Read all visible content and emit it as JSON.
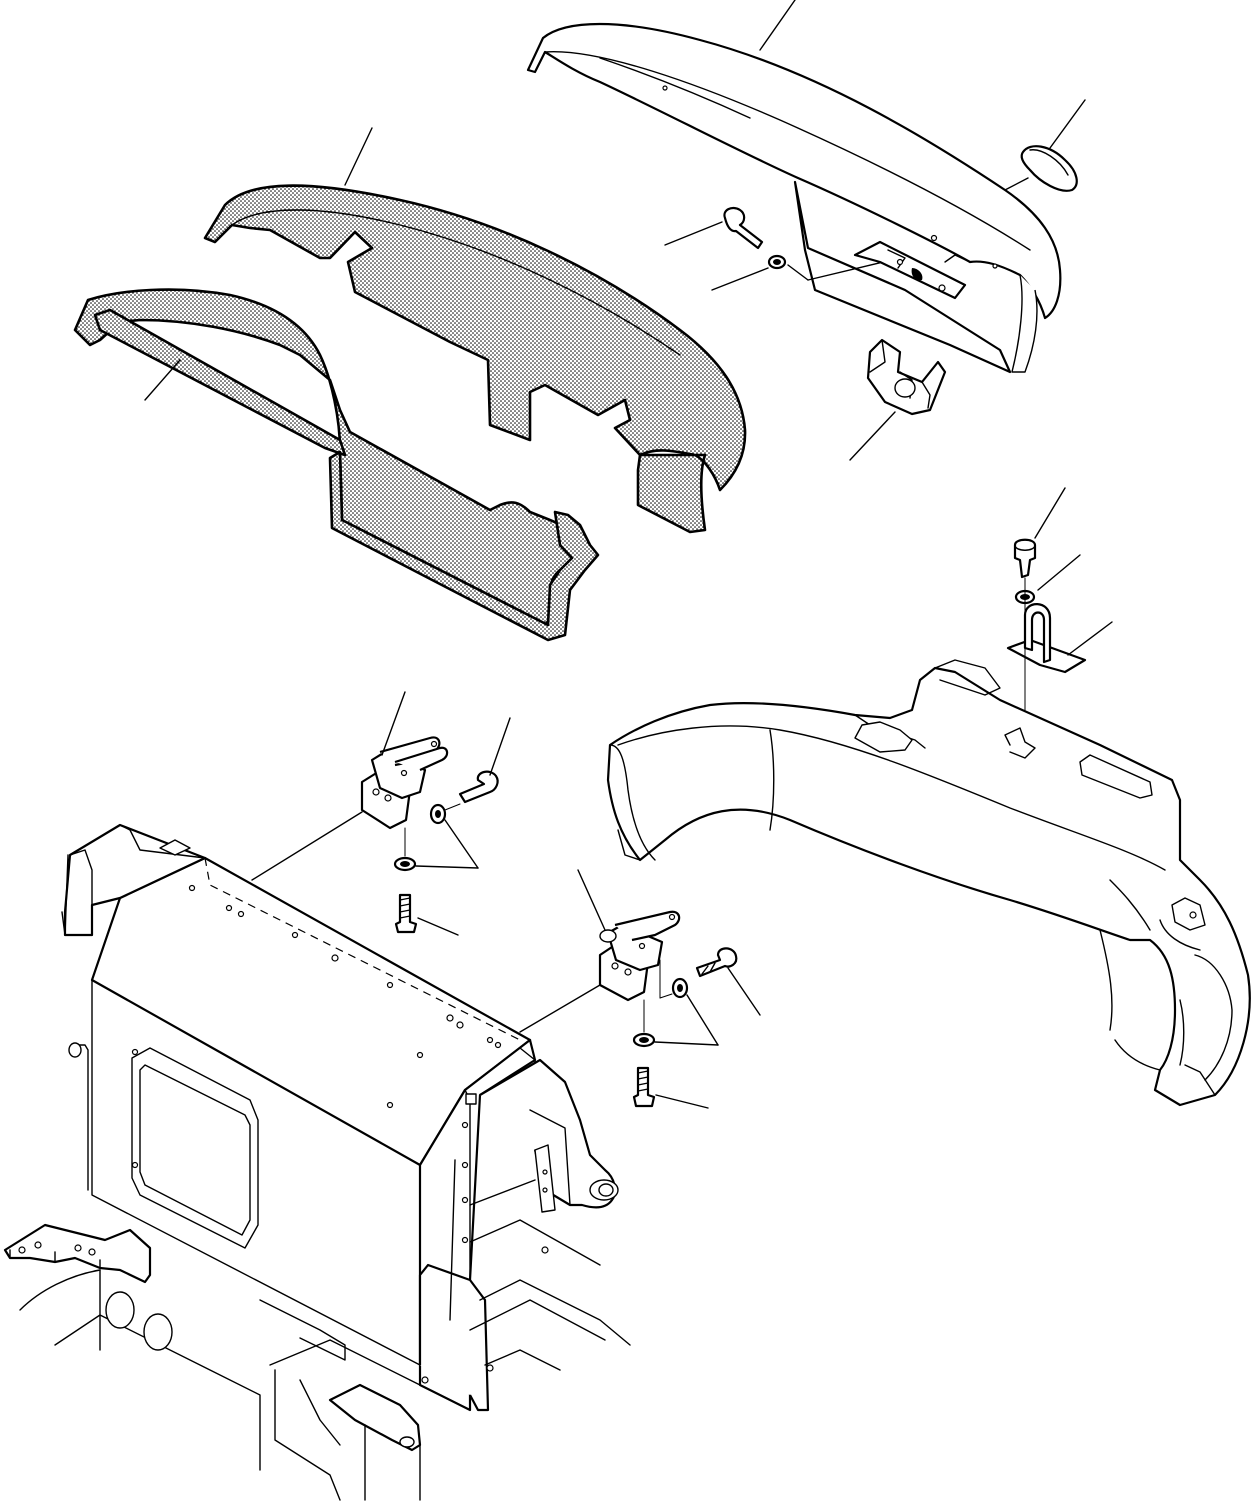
{
  "drawing": {
    "type": "exploded-parts-diagram",
    "stroke_color": "#000000",
    "background_color": "#ffffff",
    "parts": [
      {
        "id": "top-cover",
        "name": "cover-icon"
      },
      {
        "id": "cap-plug",
        "name": "cap-icon"
      },
      {
        "id": "cover-bolt",
        "name": "bolt-icon"
      },
      {
        "id": "cover-washer",
        "name": "washer-icon"
      },
      {
        "id": "striker-plate",
        "name": "plate-icon"
      },
      {
        "id": "latch-bracket",
        "name": "bracket-icon"
      },
      {
        "id": "foam-insulation",
        "name": "insulation-pad-icon"
      },
      {
        "id": "seal-gasket",
        "name": "gasket-icon"
      },
      {
        "id": "lock-bolt",
        "name": "bolt-icon"
      },
      {
        "id": "lock-washer",
        "name": "washer-icon"
      },
      {
        "id": "u-catch",
        "name": "u-catch-icon"
      },
      {
        "id": "rear-nut-plate",
        "name": "nut-plate-icon"
      },
      {
        "id": "counterweight",
        "name": "counterweight-icon"
      },
      {
        "id": "hinge-left",
        "name": "hinge-icon"
      },
      {
        "id": "hinge-right",
        "name": "hinge-icon"
      },
      {
        "id": "hinge-bolts",
        "name": "bolt-icon"
      },
      {
        "id": "hinge-washers",
        "name": "washer-icon"
      },
      {
        "id": "frame",
        "name": "frame-icon"
      }
    ]
  }
}
